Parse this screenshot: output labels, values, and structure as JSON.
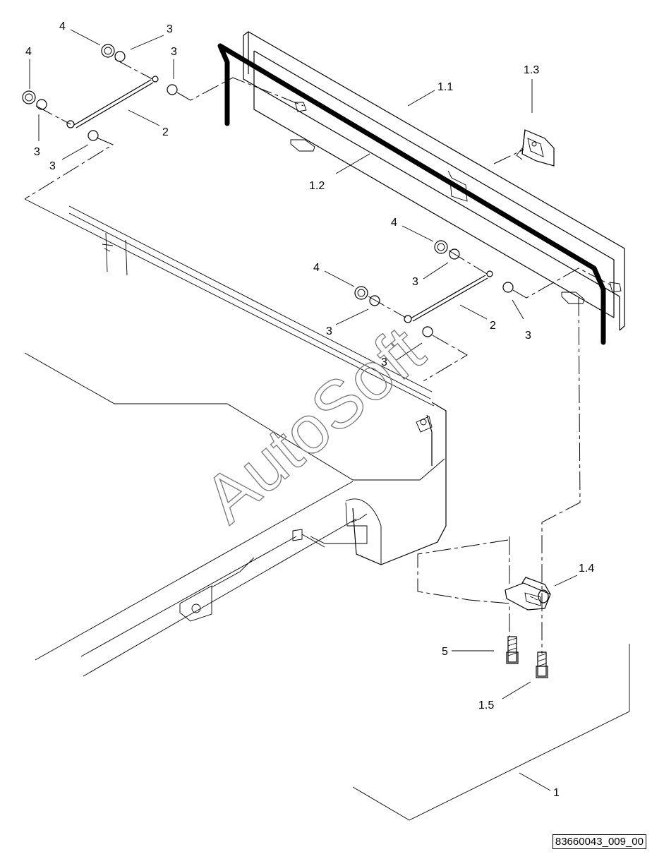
{
  "callouts": {
    "c_1": "1",
    "c_1_1": "1.1",
    "c_1_2": "1.2",
    "c_1_3": "1.3",
    "c_1_4": "1.4",
    "c_1_5": "1.5",
    "c_2_a": "2",
    "c_2_b": "2",
    "c_3_a": "3",
    "c_3_b": "3",
    "c_3_c": "3",
    "c_3_d": "3",
    "c_3_e": "3",
    "c_3_f": "3",
    "c_3_g": "3",
    "c_3_h": "3",
    "c_4_a": "4",
    "c_4_b": "4",
    "c_4_c": "4",
    "c_4_d": "4",
    "c_5": "5"
  },
  "watermark": "AutoSoft",
  "drawing_ref": "83660043_009_00"
}
